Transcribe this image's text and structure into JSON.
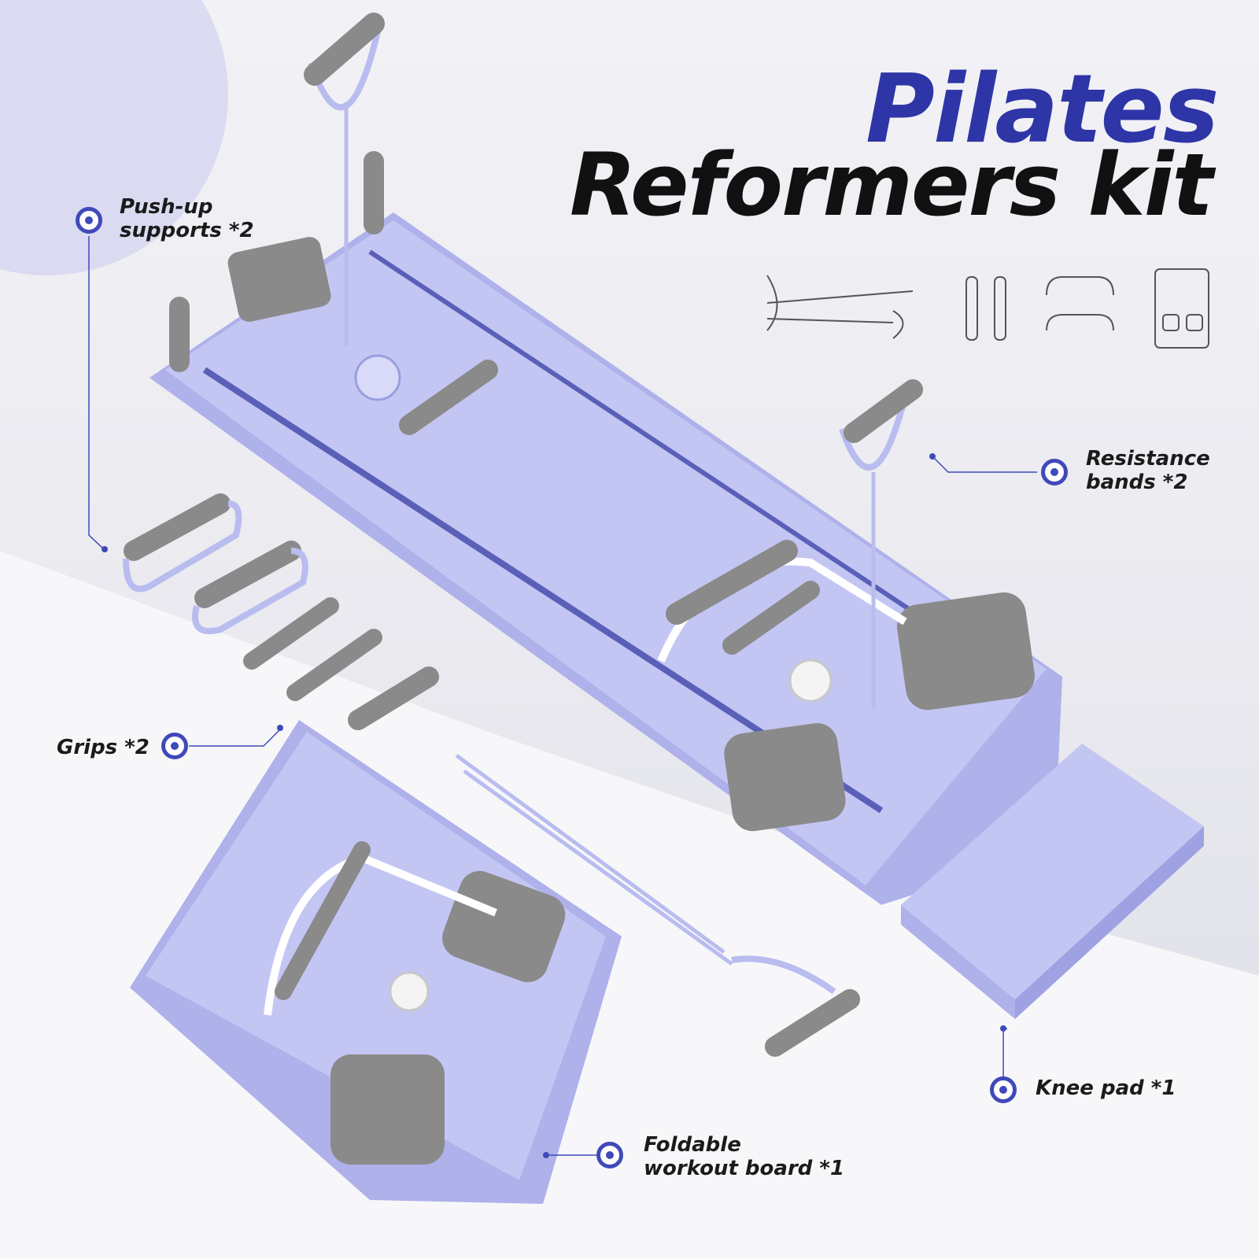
{
  "title": {
    "line1": "Pilates",
    "line2": "Reformers kit"
  },
  "callouts": {
    "pushup": {
      "line1": "Push-up",
      "line2": "supports *2"
    },
    "bands": {
      "line1": "Resistance",
      "line2": "bands *2"
    },
    "grips": {
      "line1": "Grips *2"
    },
    "knee": {
      "line1": "Knee pad *1"
    },
    "board": {
      "line1": "Foldable",
      "line2": "workout board *1"
    }
  },
  "colors": {
    "accent": "#3f49b9",
    "title_blue": "#2e35a6",
    "product": "#b9bcef",
    "pad": "#8a8a8a"
  }
}
